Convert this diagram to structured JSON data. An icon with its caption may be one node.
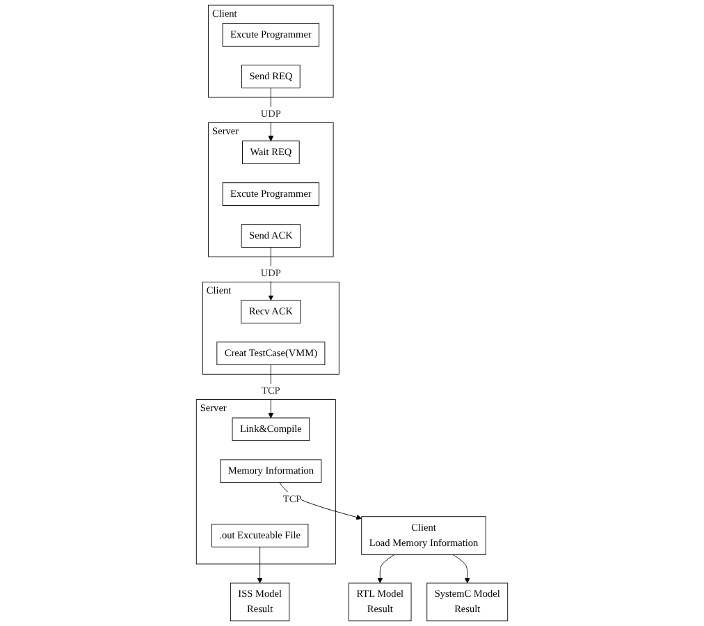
{
  "diagram": {
    "nodes": [
      {
        "text": [
          "Client"
        ]
      },
      {
        "text": [
          "Excute Programmer"
        ],
        "in": 0
      },
      {
        "text": [
          "Send REQ"
        ],
        "in": 0
      },
      {
        "text": [
          "Server"
        ]
      },
      {
        "text": [
          "Wait REQ"
        ],
        "in": 3
      },
      {
        "text": [
          "Excute Programmer"
        ],
        "in": 3
      },
      {
        "text": [
          "Send ACK"
        ],
        "in": 3
      },
      {
        "text": [
          "Client"
        ]
      },
      {
        "text": [
          "Recv ACK"
        ],
        "in": 7
      },
      {
        "text": [
          "Creat TestCase(VMM)"
        ],
        "in": 7
      },
      {
        "text": [
          "Server"
        ]
      },
      {
        "text": [
          "Link&Compile"
        ],
        "in": 10
      },
      {
        "text": [
          "Memory Information"
        ],
        "in": 10
      },
      {
        "text": [
          ".out Excuteable File"
        ],
        "in": 10
      },
      {
        "text": [
          "Client",
          "Load Memory Information"
        ]
      },
      {
        "text": [
          "RTL Model",
          "Result"
        ]
      },
      {
        "text": [
          "SystemC Model",
          "Result"
        ]
      },
      {
        "text": [
          "ISS Model",
          "Result"
        ]
      }
    ],
    "edges": [
      {
        "from": 2,
        "to": 4,
        "arrow": "to",
        "label": "UDP"
      },
      {
        "from": 6,
        "to": 8,
        "arrow": "to",
        "label": "UDP"
      },
      {
        "from": 9,
        "to": 11,
        "arrow": "to",
        "label": "TCP"
      },
      {
        "from": 12,
        "to": 14,
        "arrow": "to",
        "label": "TCP"
      },
      {
        "from": 14,
        "to": 15,
        "arrow": "to"
      },
      {
        "from": 14,
        "to": 16,
        "arrow": "to"
      },
      {
        "from": 13,
        "to": 17,
        "arrow": "to"
      }
    ]
  }
}
